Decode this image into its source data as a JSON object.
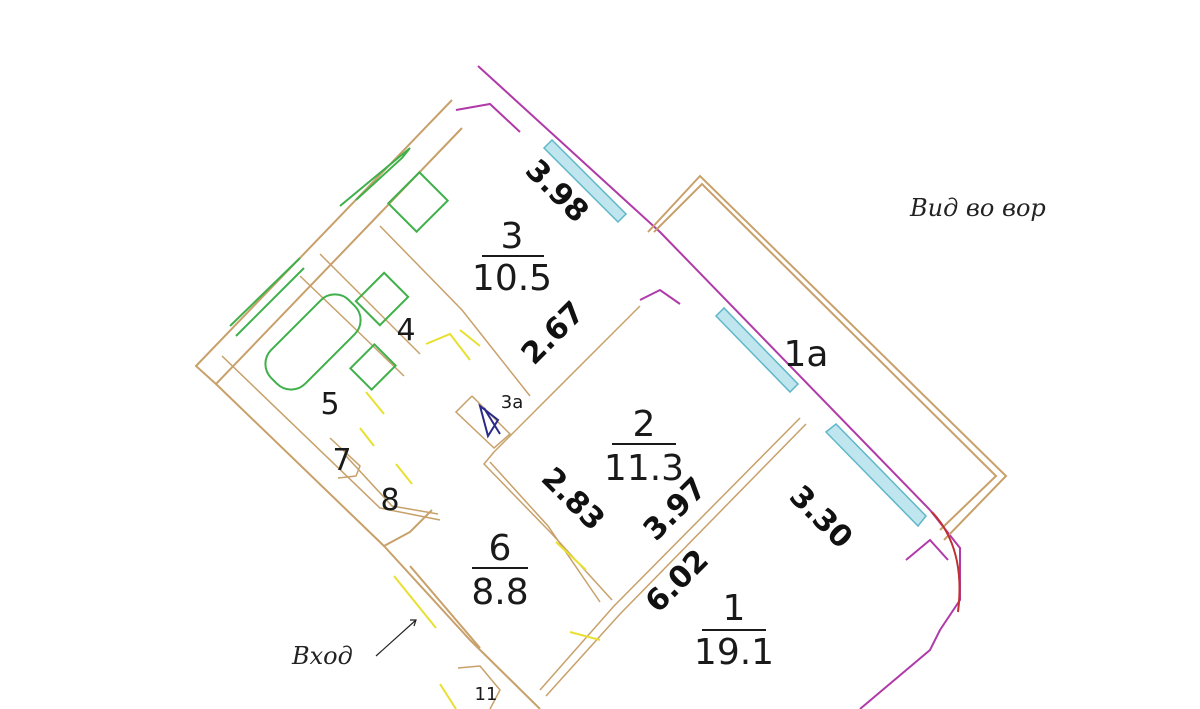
{
  "rooms": [
    {
      "number": "3",
      "area": "10.5"
    },
    {
      "number": "2",
      "area": "11.3"
    },
    {
      "number": "1",
      "area": "19.1"
    },
    {
      "number": "6",
      "area": "8.8"
    },
    {
      "number": "1a"
    },
    {
      "number": "3a"
    },
    {
      "number": "4"
    },
    {
      "number": "5"
    },
    {
      "number": "7"
    },
    {
      "number": "8"
    },
    {
      "number": "11"
    }
  ],
  "dimensions": [
    "3.98",
    "2.67",
    "2.83",
    "3.97",
    "6.02",
    "3.30"
  ],
  "annotations": {
    "view": "Вид во вор",
    "entrance": "Вход"
  },
  "colors": {
    "wall": "#c8a06a",
    "exterior_wall": "#b03aa8",
    "window": "#5fb7c8",
    "plumbing": "#3fb04a",
    "door": "#e8e030",
    "balcony_arc": "#c03030"
  }
}
